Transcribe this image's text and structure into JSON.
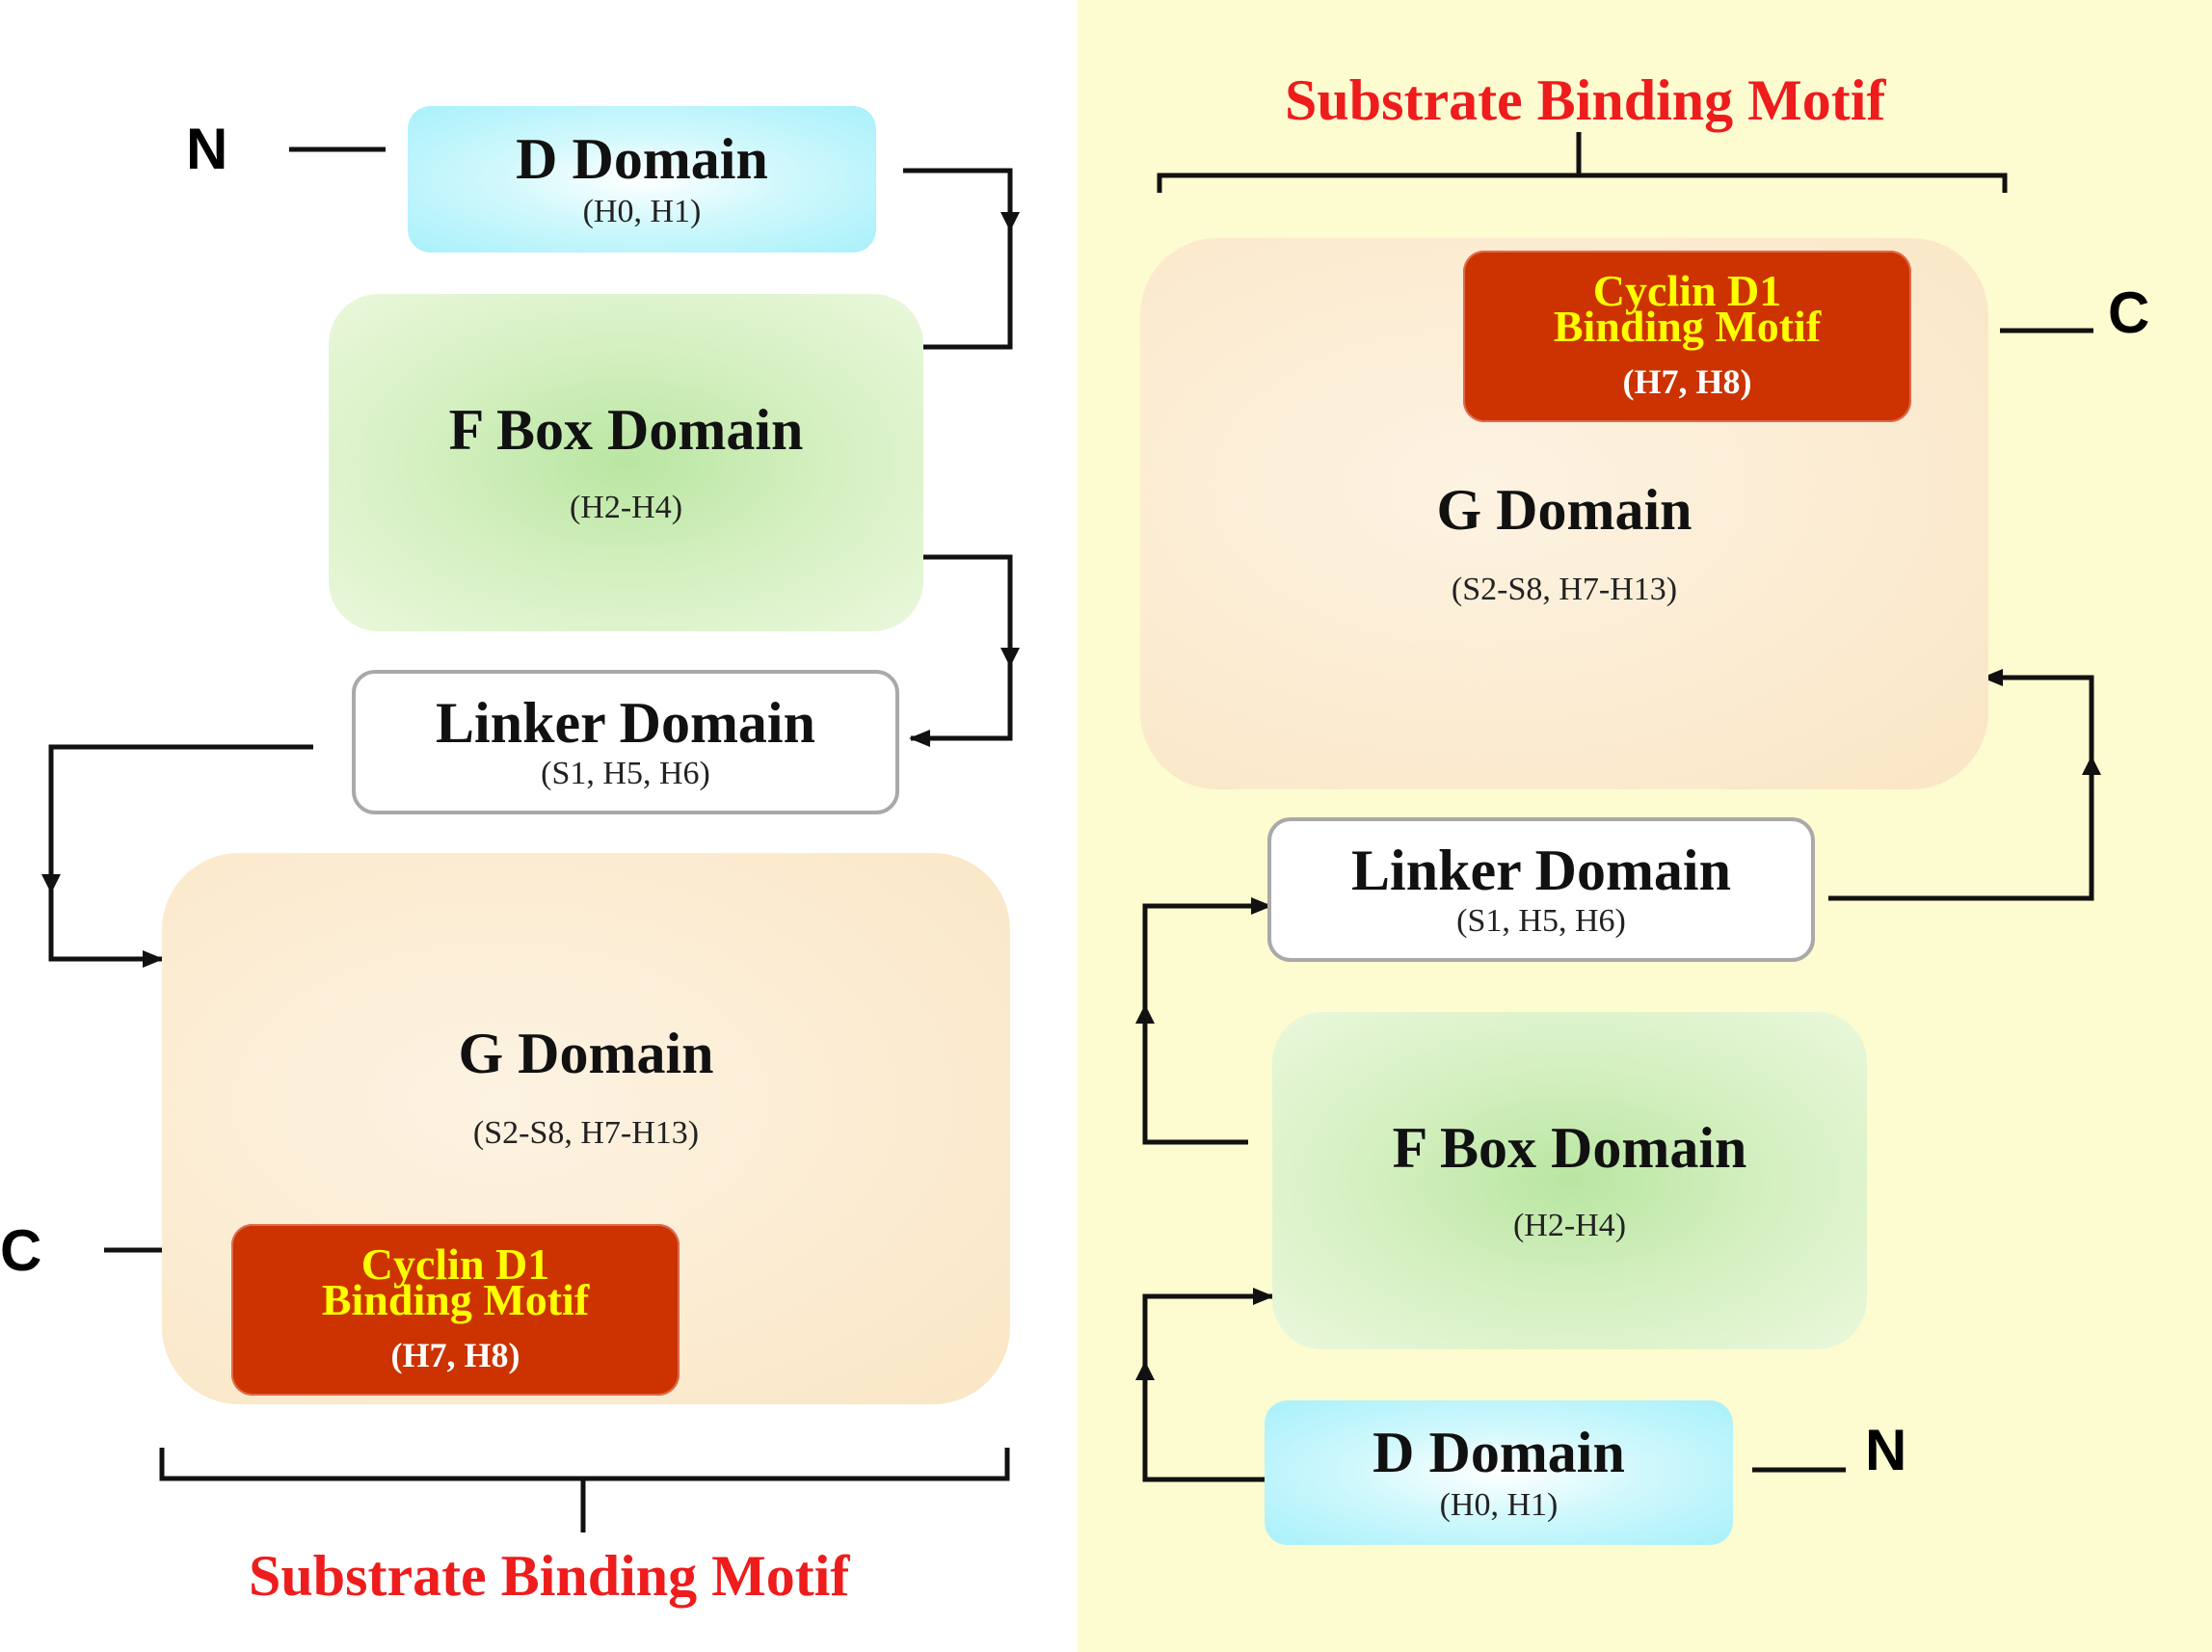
{
  "left": {
    "d_domain": {
      "title": "D Domain",
      "sub": "(H0, H1)"
    },
    "f_domain": {
      "title": "F Box Domain",
      "sub": "(H2-H4)"
    },
    "linker": {
      "title": "Linker Domain",
      "sub": "(S1, H5, H6)"
    },
    "g_domain": {
      "title": "G Domain",
      "sub": "(S2-S8, H7-H13)"
    },
    "cyclin": {
      "line1": "Cyclin D1",
      "line2": "Binding Motif",
      "sub": "(H7, H8)"
    },
    "n_label": "N",
    "c_label": "C",
    "motif_label": "Substrate Binding Motif"
  },
  "right": {
    "d_domain": {
      "title": "D Domain",
      "sub": "(H0, H1)"
    },
    "f_domain": {
      "title": "F Box Domain",
      "sub": "(H2-H4)"
    },
    "linker": {
      "title": "Linker Domain",
      "sub": "(S1, H5, H6)"
    },
    "g_domain": {
      "title": "G Domain",
      "sub": "(S2-S8, H7-H13)"
    },
    "cyclin": {
      "line1": "Cyclin D1",
      "line2": "Binding Motif",
      "sub": "(H7, H8)"
    },
    "n_label": "N",
    "c_label": "C",
    "motif_label": "Substrate Binding Motif"
  },
  "colors": {
    "motif_text": "#ee1c1c",
    "cyclin_fill": "#cc3300",
    "cyclin_text": "#ffff00",
    "right_panel_bg": "#fdfbd0"
  }
}
